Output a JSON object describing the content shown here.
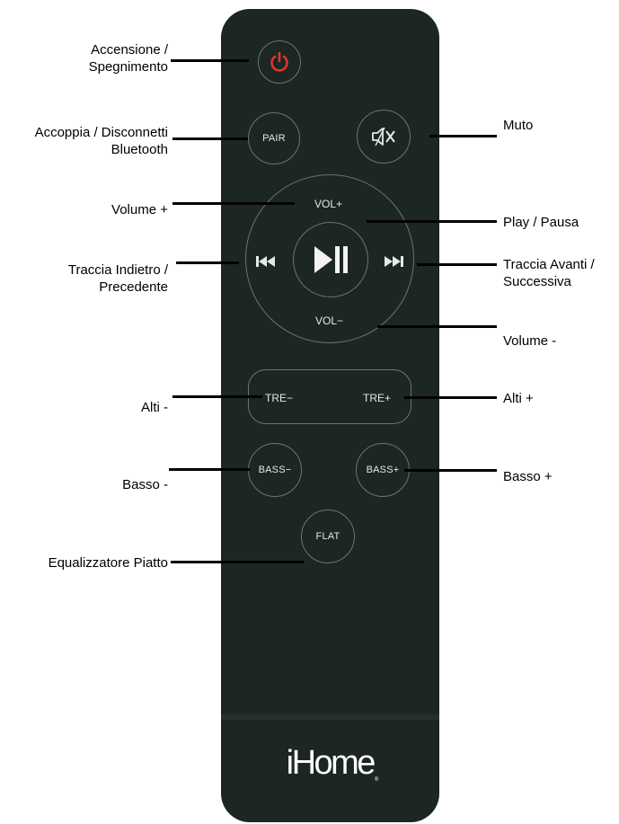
{
  "remote": {
    "pair_label": "PAIR",
    "vol_plus_label": "VOL+",
    "vol_minus_label": "VOL−",
    "tre_minus_label": "TRE−",
    "tre_plus_label": "TRE+",
    "bass_minus_label": "BASS−",
    "bass_plus_label": "BASS+",
    "flat_label": "FLAT",
    "brand": "iHome",
    "brand_mark": "®",
    "power_color": "#e4332a"
  },
  "callouts": {
    "power": "Accensione / Spegnimento",
    "pair": "Accoppia / Disconnetti Bluetooth",
    "mute": "Muto",
    "vol_plus": "Volume +",
    "play_pause": "Play / Pausa",
    "prev_track": "Traccia Indietro / Precedente",
    "next_track": "Traccia Avanti / Successiva",
    "vol_minus": "Volume -",
    "treble_minus": "Alti -",
    "treble_plus": "Alti +",
    "bass_minus": "Basso -",
    "bass_plus": "Basso +",
    "flat_eq": "Equalizzatore Piatto"
  },
  "icons": [
    "power-icon",
    "mute-icon",
    "previous-track-icon",
    "play-pause-icon",
    "next-track-icon"
  ]
}
